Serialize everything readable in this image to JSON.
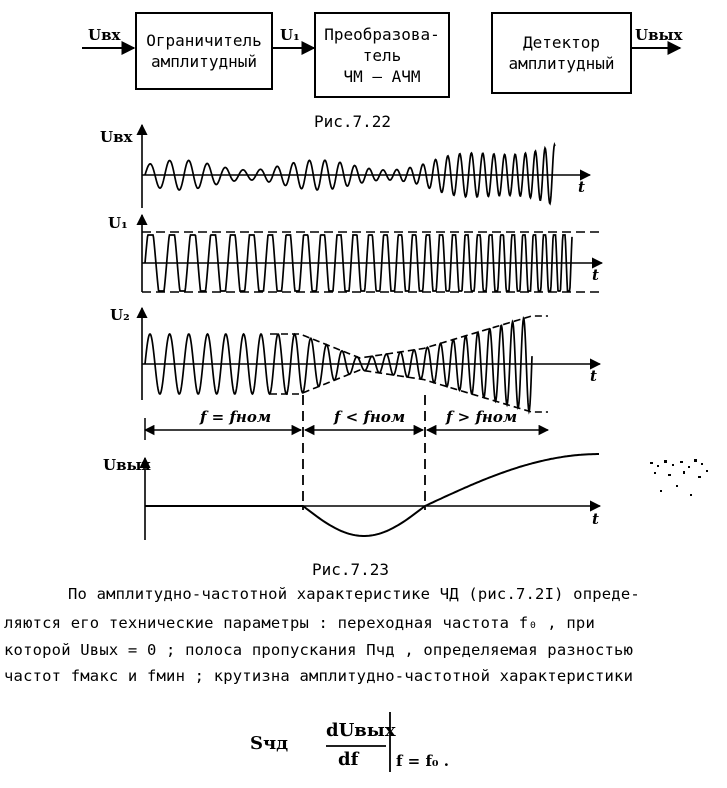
{
  "block_diagram": {
    "input_label": "Uвх",
    "blocks": [
      {
        "line1": "Ограничитель",
        "line2": "амплитудный"
      },
      {
        "line1": "Преобразова-",
        "line2": "тель",
        "line3": "ЧМ – АЧМ"
      },
      {
        "line1": "Детектор",
        "line2": "амплитудный"
      }
    ],
    "u1_label": "U₁",
    "output_label": "Uвых"
  },
  "caption_1": "Рис.7.22",
  "waveforms": {
    "u_in_label": "Uвх",
    "u1_label": "U₁",
    "u2_label": "U₂",
    "u_out_label": "Uвых",
    "t_label": "t",
    "region_1": "f = fном",
    "region_2": "f < fном",
    "region_3": "f > fном"
  },
  "caption_2": "Рис.7.23",
  "text": {
    "line1": "По амплитудно-частотной характеристике ЧД (рис.7.2I) опреде-",
    "line2": "ляются его технические параметры : переходная частота  f₀  , при",
    "line3": "которой Uвых = 0 ; полоса пропускания  Пчд  , определяемая разностью",
    "line4": "частот  fмакс и  fмин  ; крутизна амплитудно-частотной характеристики"
  },
  "formula": {
    "lhs": "Sчд",
    "numerator": "dUвых",
    "denominator": "df",
    "condition": "f = f₀ ."
  }
}
